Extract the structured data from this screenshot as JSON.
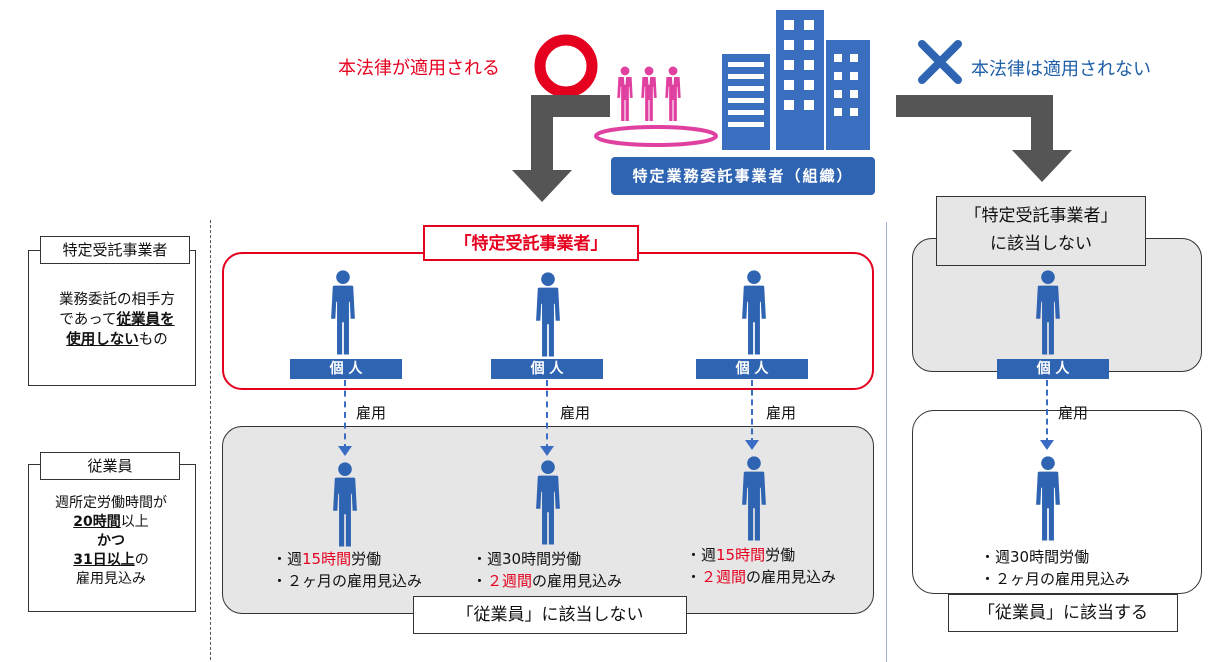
{
  "top": {
    "applies_text": "本法律が適用される",
    "not_applies_text": "本法律は適用されない",
    "org_label": "特定業務委託事業者（組織）"
  },
  "left": {
    "contractor_title": "特定受託事業者",
    "contractor_desc_1": "業務委託の相手方",
    "contractor_desc_2a": "であって",
    "contractor_desc_2b": "従業員を",
    "contractor_desc_3a": "使用しない",
    "contractor_desc_3b": "もの",
    "employee_title": "従業員",
    "employee_desc_1": "週所定労働時間が",
    "employee_desc_2a": "20時間",
    "employee_desc_2b": "以上",
    "employee_desc_3": "かつ",
    "employee_desc_4a": "31日以上",
    "employee_desc_4b": "の",
    "employee_desc_5": "雇用見込み"
  },
  "middle": {
    "contractor_header": "「特定受託事業者」",
    "person_label": "個 人",
    "employment_label": "雇用",
    "employee_footer": "「従業員」に該当しない",
    "notes": [
      {
        "l1a": "・週",
        "l1b": "15時間",
        "l1c": "労働",
        "l2a": "・２ヶ月の雇用見込み",
        "l2b": "",
        "l2c": ""
      },
      {
        "l1a": "・週30時間労働",
        "l1b": "",
        "l1c": "",
        "l2a": "・",
        "l2b": "２週間",
        "l2c": "の雇用見込み"
      },
      {
        "l1a": "・週",
        "l1b": "15時間",
        "l1c": "労働",
        "l2a": "・",
        "l2b": "２週間",
        "l2c": "の雇用見込み"
      }
    ]
  },
  "right": {
    "contractor_header_1": "「特定受託事業者」",
    "contractor_header_2": "に該当しない",
    "person_label": "個 人",
    "employment_label": "雇用",
    "note_1": "・週30時間労働",
    "note_2": "・２ヶ月の雇用見込み",
    "employee_footer": "「従業員」に該当する"
  },
  "colors": {
    "blue": "#2f64b2",
    "red": "#e6001f",
    "pink": "#e040a0",
    "gray_box": "#e6e6e6"
  }
}
